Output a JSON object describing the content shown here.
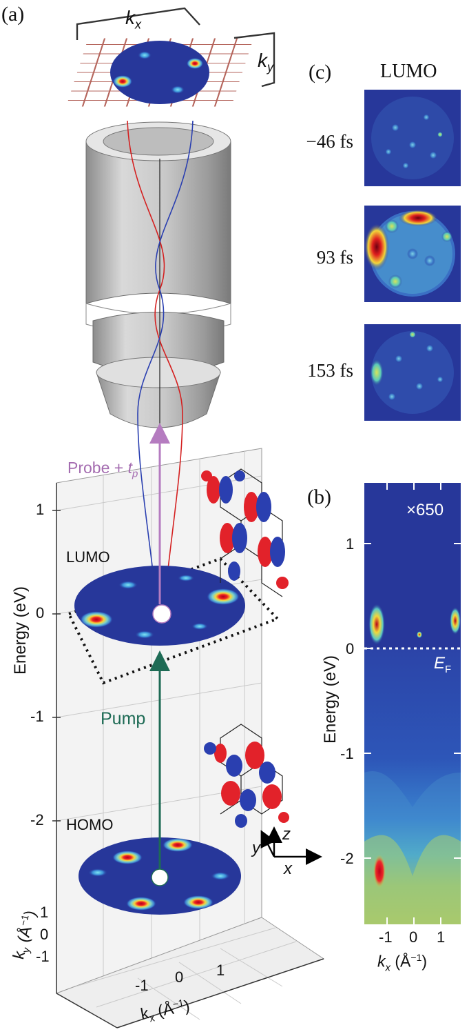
{
  "panel_a": {
    "letter": "(a)",
    "detector_axes": {
      "kx": "k",
      "kx_sub": "x",
      "ky": "k",
      "ky_sub": "y"
    },
    "labels": {
      "probe": "Probe + ",
      "probe_t": "t",
      "probe_t_sub": "p",
      "pump": "Pump",
      "lumo": "LUMO",
      "homo": "HOMO"
    },
    "energy_axis": {
      "title": "Energy (eV)",
      "ticks": [
        "1",
        "0",
        "-1",
        "-2"
      ]
    },
    "ky_axis": {
      "title": "k",
      "title_sub": "y",
      "title_unit": " (Å",
      "title_unit_exp": "−1",
      "title_close": ")",
      "ticks": [
        "1",
        "0",
        "-1"
      ]
    },
    "kx_axis": {
      "title": "k",
      "title_sub": "x",
      "title_unit": " (Å",
      "title_unit_exp": "−1",
      "title_close": ")",
      "ticks": [
        "-1",
        "0",
        "1"
      ]
    },
    "coord_axes": {
      "x": "x",
      "y": "y",
      "z": "z"
    },
    "colors": {
      "probe_arrow": "#b57cc0",
      "pump_arrow": "#1e6b55",
      "trajectory_red": "#d42020",
      "trajectory_blue": "#2a3fb0",
      "mesh": "#b5655c",
      "map_background": "#27379a"
    }
  },
  "panel_b": {
    "letter": "(b)",
    "scale_factor": "×650",
    "fermi_label": "E",
    "fermi_sub": "F",
    "y_axis": {
      "title": "Energy (eV)",
      "ticks": [
        "1",
        "0",
        "-1",
        "-2"
      ]
    },
    "x_axis": {
      "title": "k",
      "title_sub": "x",
      "title_unit": " (Å",
      "title_unit_exp": "−1",
      "title_close": ")",
      "ticks": [
        "-1",
        "0",
        "1"
      ]
    }
  },
  "panel_c": {
    "letter": "(c)",
    "title": "LUMO",
    "snapshots": [
      {
        "time": "−46 fs"
      },
      {
        "time": "93 fs"
      },
      {
        "time": "153 fs"
      }
    ]
  }
}
